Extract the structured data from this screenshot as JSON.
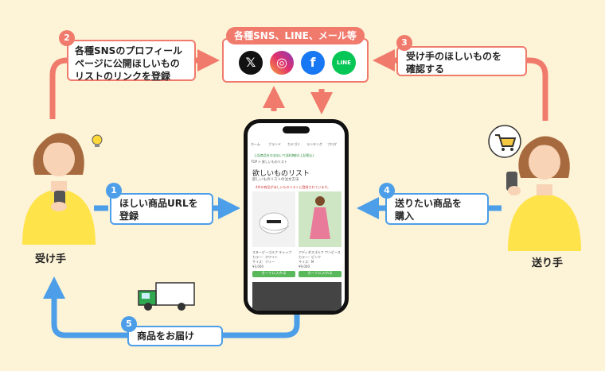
{
  "sns_tag": "各種SNS、LINE、メール等",
  "sns_icons": [
    {
      "name": "x",
      "glyph": "𝕏",
      "color": "#111111"
    },
    {
      "name": "instagram",
      "glyph": "◎",
      "color": "#e1306c"
    },
    {
      "name": "facebook",
      "glyph": "f",
      "color": "#1877f2"
    },
    {
      "name": "line",
      "glyph": "LINE",
      "color": "#06c755"
    }
  ],
  "steps": [
    {
      "num": "1",
      "text": "ほしい商品URLを\n登録"
    },
    {
      "num": "2",
      "text": "各種SNSのプロフィール\nページに公開ほしいもの\nリストのリンクを登録"
    },
    {
      "num": "3",
      "text": "受け手のほしいものを\n確認する"
    },
    {
      "num": "4",
      "text": "送りたい商品を\n購入"
    },
    {
      "num": "5",
      "text": "商品をお届け"
    }
  ],
  "receiver_label": "受け手",
  "sender_label": "送り手",
  "colors": {
    "coral": "#f07a6c",
    "blue": "#4c9ee8",
    "background": "#fdf3d6"
  },
  "phone": {
    "notice": "上記商品をお支払いで送料無料(上記税込)",
    "breadcrumb": "TOP > 欲しいものリスト",
    "title": "欲しいものリスト",
    "subtitle": "欲しいものリストの注文方法",
    "info": "4件の商品がほしいものリストに登録されています。",
    "nav": [
      "ホーム",
      "ブランド",
      "カテゴリ",
      "ランキング",
      "ブログ"
    ],
    "products": [
      {
        "name": "スヌーピーゴルフ キャップ",
        "detail1": "カラー：ホワイト",
        "detail2": "サイズ：フリー",
        "price": "¥3,000",
        "button": "カートに入れる"
      },
      {
        "name": "アディダスゴルフ ワンピース",
        "detail1": "カラー：ピンク",
        "detail2": "サイズ：M",
        "price": "¥9,000",
        "button": "カートに入れる"
      }
    ]
  }
}
